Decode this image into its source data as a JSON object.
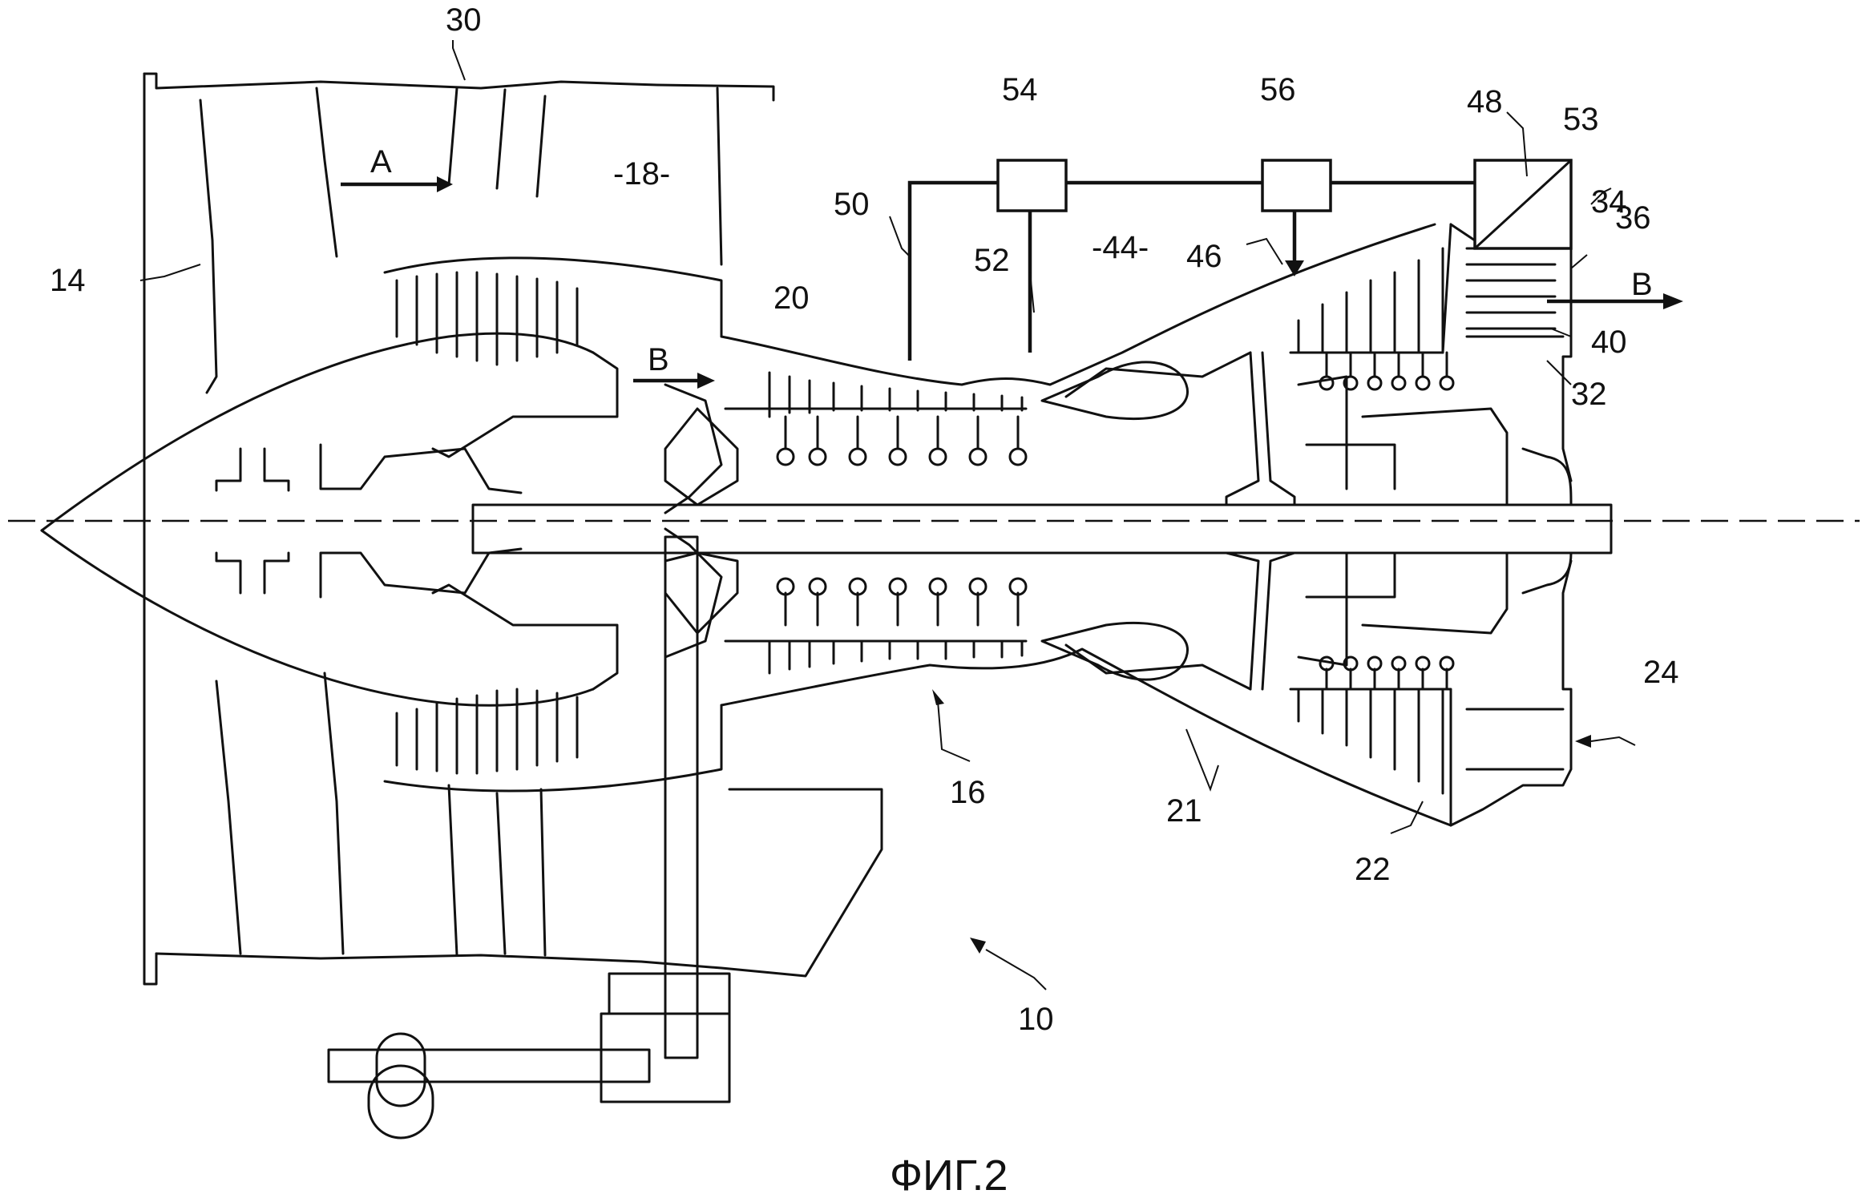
{
  "figure": {
    "caption": "ФИГ.2",
    "flow_labels": {
      "a": "A",
      "b_inner": "B",
      "b_exit": "B"
    },
    "region_labels": {
      "fan_duct": "-18-",
      "core_cowl": "-44-"
    },
    "reference_numerals": {
      "n10": "10",
      "n14": "14",
      "n16": "16",
      "n20": "20",
      "n21": "21",
      "n22": "22",
      "n24": "24",
      "n30": "30",
      "n32": "32",
      "n34": "34",
      "n36": "36",
      "n40": "40",
      "n46": "46",
      "n48": "48",
      "n50": "50",
      "n52": "52",
      "n53": "53",
      "n54": "54",
      "n56": "56"
    }
  }
}
